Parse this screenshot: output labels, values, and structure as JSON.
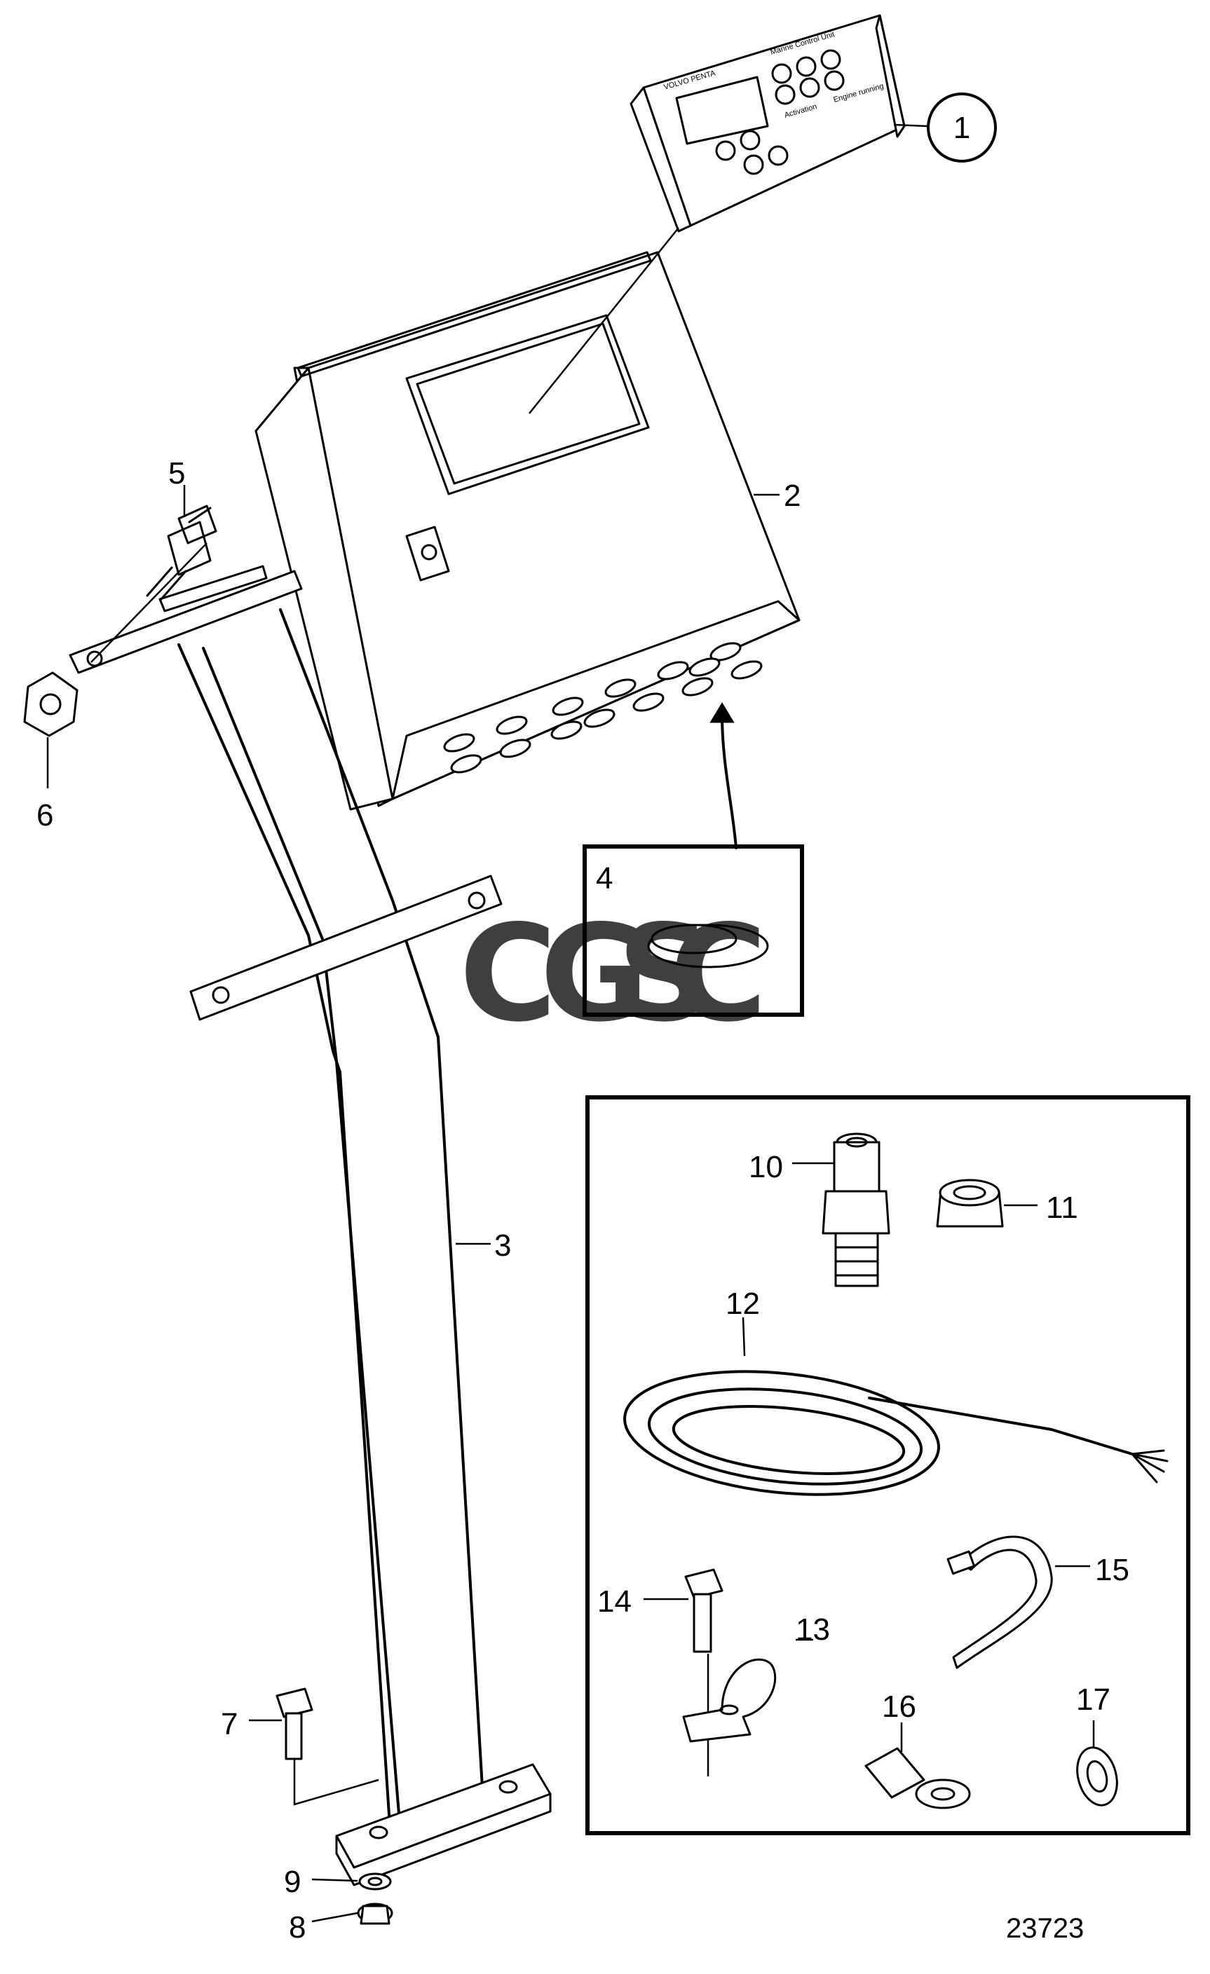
{
  "diagram": {
    "part_callouts": [
      {
        "id": "1",
        "label": "1"
      },
      {
        "id": "2",
        "label": "2"
      },
      {
        "id": "3",
        "label": "3"
      },
      {
        "id": "4",
        "label": "4"
      },
      {
        "id": "5",
        "label": "5"
      },
      {
        "id": "6",
        "label": "6"
      },
      {
        "id": "7",
        "label": "7"
      },
      {
        "id": "8",
        "label": "8"
      },
      {
        "id": "9",
        "label": "9"
      },
      {
        "id": "10",
        "label": "10"
      },
      {
        "id": "11",
        "label": "11"
      },
      {
        "id": "12",
        "label": "12"
      },
      {
        "id": "13",
        "label": "13"
      },
      {
        "id": "14",
        "label": "14"
      },
      {
        "id": "15",
        "label": "15"
      },
      {
        "id": "16",
        "label": "16"
      },
      {
        "id": "17",
        "label": "17"
      }
    ],
    "figure_number": "23723",
    "control_unit": {
      "brand": "VOLVO PENTA",
      "model": "Marine Control Unit",
      "indicator_left": "Activation",
      "indicator_right": "Engine running"
    },
    "watermark": {
      "letters": [
        "C",
        "G",
        "S",
        "C"
      ],
      "colors": [
        "#4f8ef7",
        "#f06a5f",
        "#f4c430",
        "#3fbf7f"
      ]
    }
  }
}
